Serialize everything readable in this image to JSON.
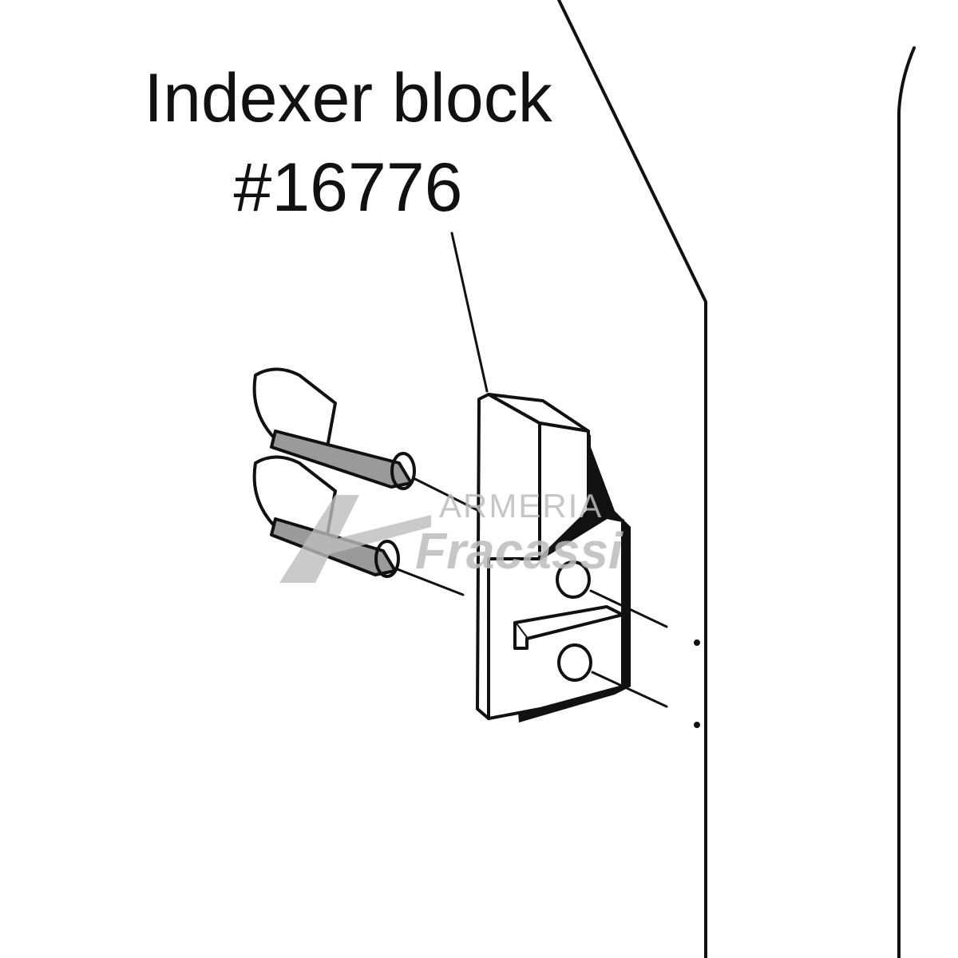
{
  "callout": {
    "name": "Indexer block",
    "number": "#16776"
  },
  "watermark": {
    "word_top": "ARMERIA",
    "word_bottom": "Fracassi",
    "color": "#bdbdbd"
  },
  "colors": {
    "line": "#111111",
    "thread": "#9a9a9a",
    "background": "#ffffff"
  }
}
